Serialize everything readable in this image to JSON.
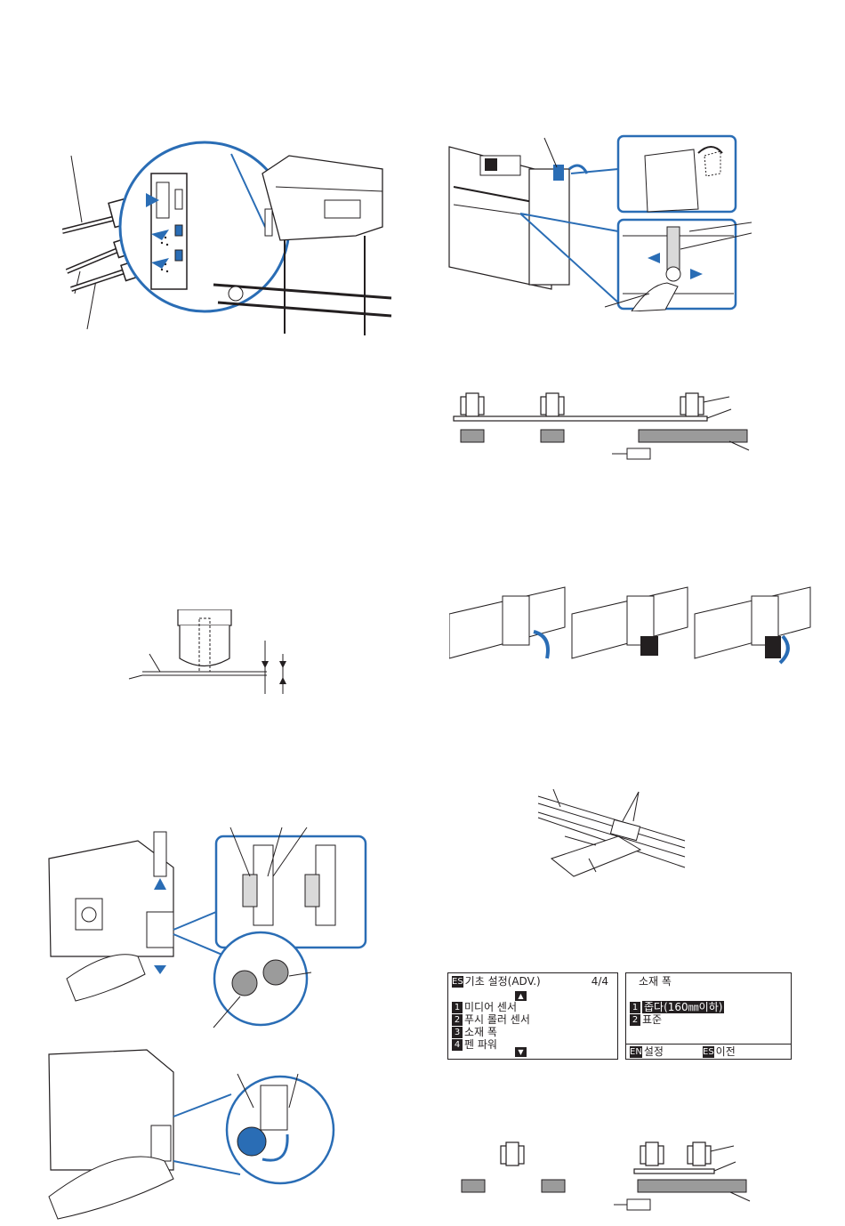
{
  "lcd_left": {
    "title": "기초 설정(ADV.)",
    "page": "4/4",
    "title_key": "ES",
    "items": [
      {
        "key": "1",
        "label": "미디어 센서"
      },
      {
        "key": "2",
        "label": "푸시 롤러 센서"
      },
      {
        "key": "3",
        "label": "소재 폭"
      },
      {
        "key": "4",
        "label": "펜 파워"
      }
    ],
    "up_icon": "triangle-up-icon",
    "down_icon": "triangle-down-icon"
  },
  "lcd_right": {
    "title": "소재 폭",
    "items": [
      {
        "key": "1",
        "label": "좁다(160㎜이하)",
        "selected": true
      },
      {
        "key": "2",
        "label": "표준",
        "selected": false
      }
    ],
    "footer_left_key": "EN",
    "footer_left_label": "설정",
    "footer_right_key": "ES",
    "footer_right_label": "이전"
  },
  "colors": {
    "ink": "#231f20",
    "accent_blue": "#2a6db5",
    "fill_gray": "#9b9b9b",
    "light_gray": "#d9d9d9"
  }
}
